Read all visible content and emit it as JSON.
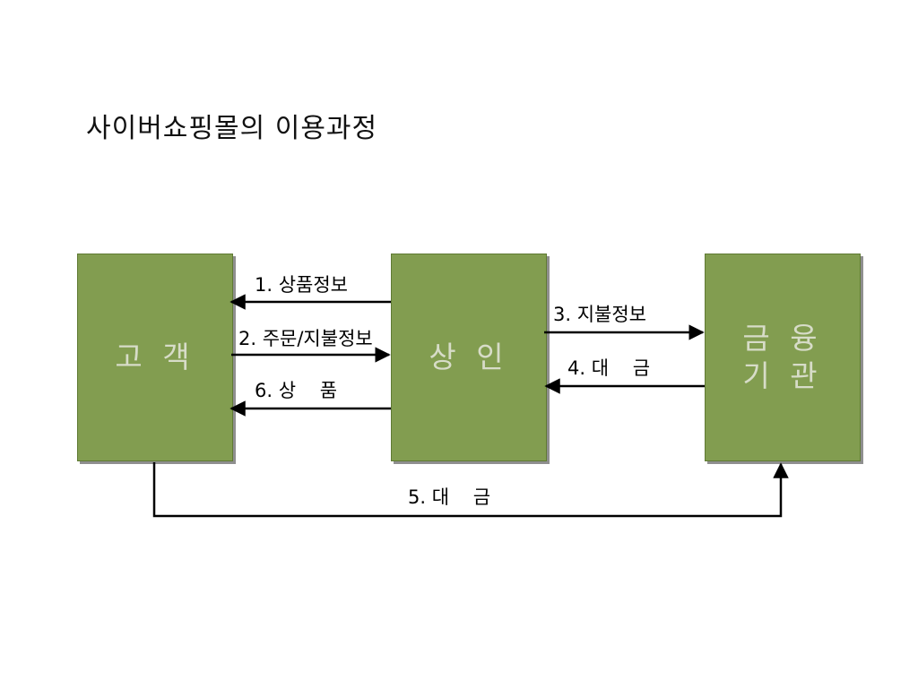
{
  "title": "사이버쇼핑몰의 이용과정",
  "nodes": {
    "customer": "고 객",
    "merchant": "상 인",
    "bank": "금 융\n기 관"
  },
  "edges": {
    "e1": "1. 상품정보",
    "e2": "2. 주문/지불정보",
    "e3": "3. 지불정보",
    "e4": "4. 대    금",
    "e5": "5. 대    금",
    "e6": "6. 상    품"
  },
  "colors": {
    "node_fill": "#829d50",
    "node_text": "#d7dcc8",
    "arrow": "#000000"
  }
}
